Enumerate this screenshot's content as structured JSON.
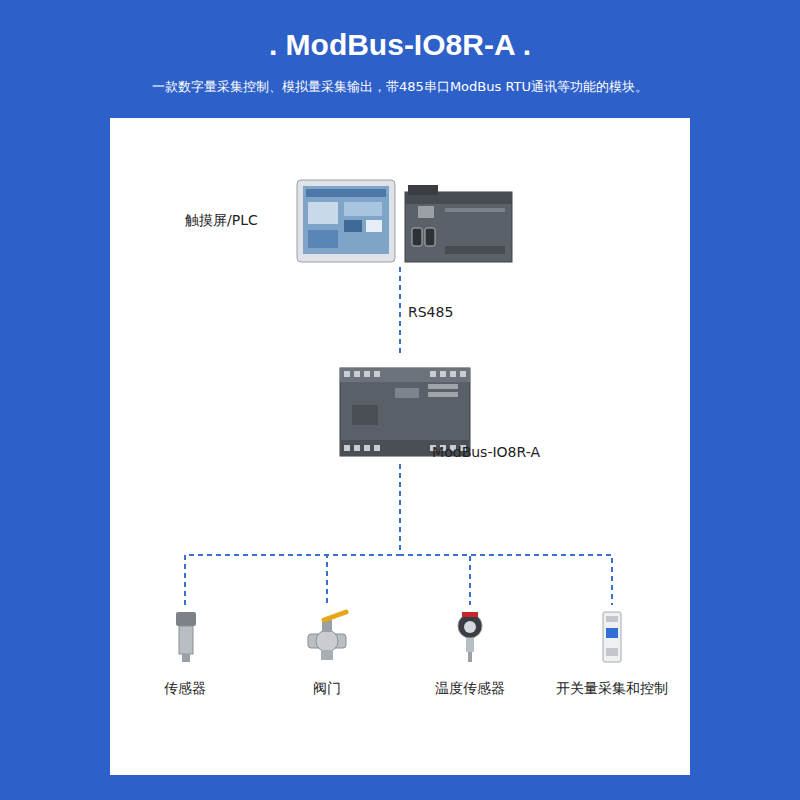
{
  "diagram": {
    "title": ". ModBus-IO8R-A .",
    "nodes": [
      {
        "text": [
          "触摸屏/PLC"
        ]
      },
      {
        "text": [
          "ModBus-IO8R-A"
        ]
      },
      {
        "text": [
          "传感器"
        ]
      },
      {
        "text": [
          "阀门"
        ]
      },
      {
        "text": [
          "温度传感器"
        ]
      },
      {
        "text": [
          "开关量采集和控制"
        ]
      }
    ],
    "edges": [
      {
        "from": 0,
        "to": 1,
        "arrow": "none",
        "label": "RS485"
      },
      {
        "from": 1,
        "to": 2,
        "arrow": "none"
      },
      {
        "from": 1,
        "to": 3,
        "arrow": "none"
      },
      {
        "from": 1,
        "to": 4,
        "arrow": "none"
      },
      {
        "from": 1,
        "to": 5,
        "arrow": "none"
      }
    ],
    "labels": [
      "一款数字量采集控制、模拟量采集输出，带485串口ModBus RTU通讯等功能的模块。"
    ]
  }
}
